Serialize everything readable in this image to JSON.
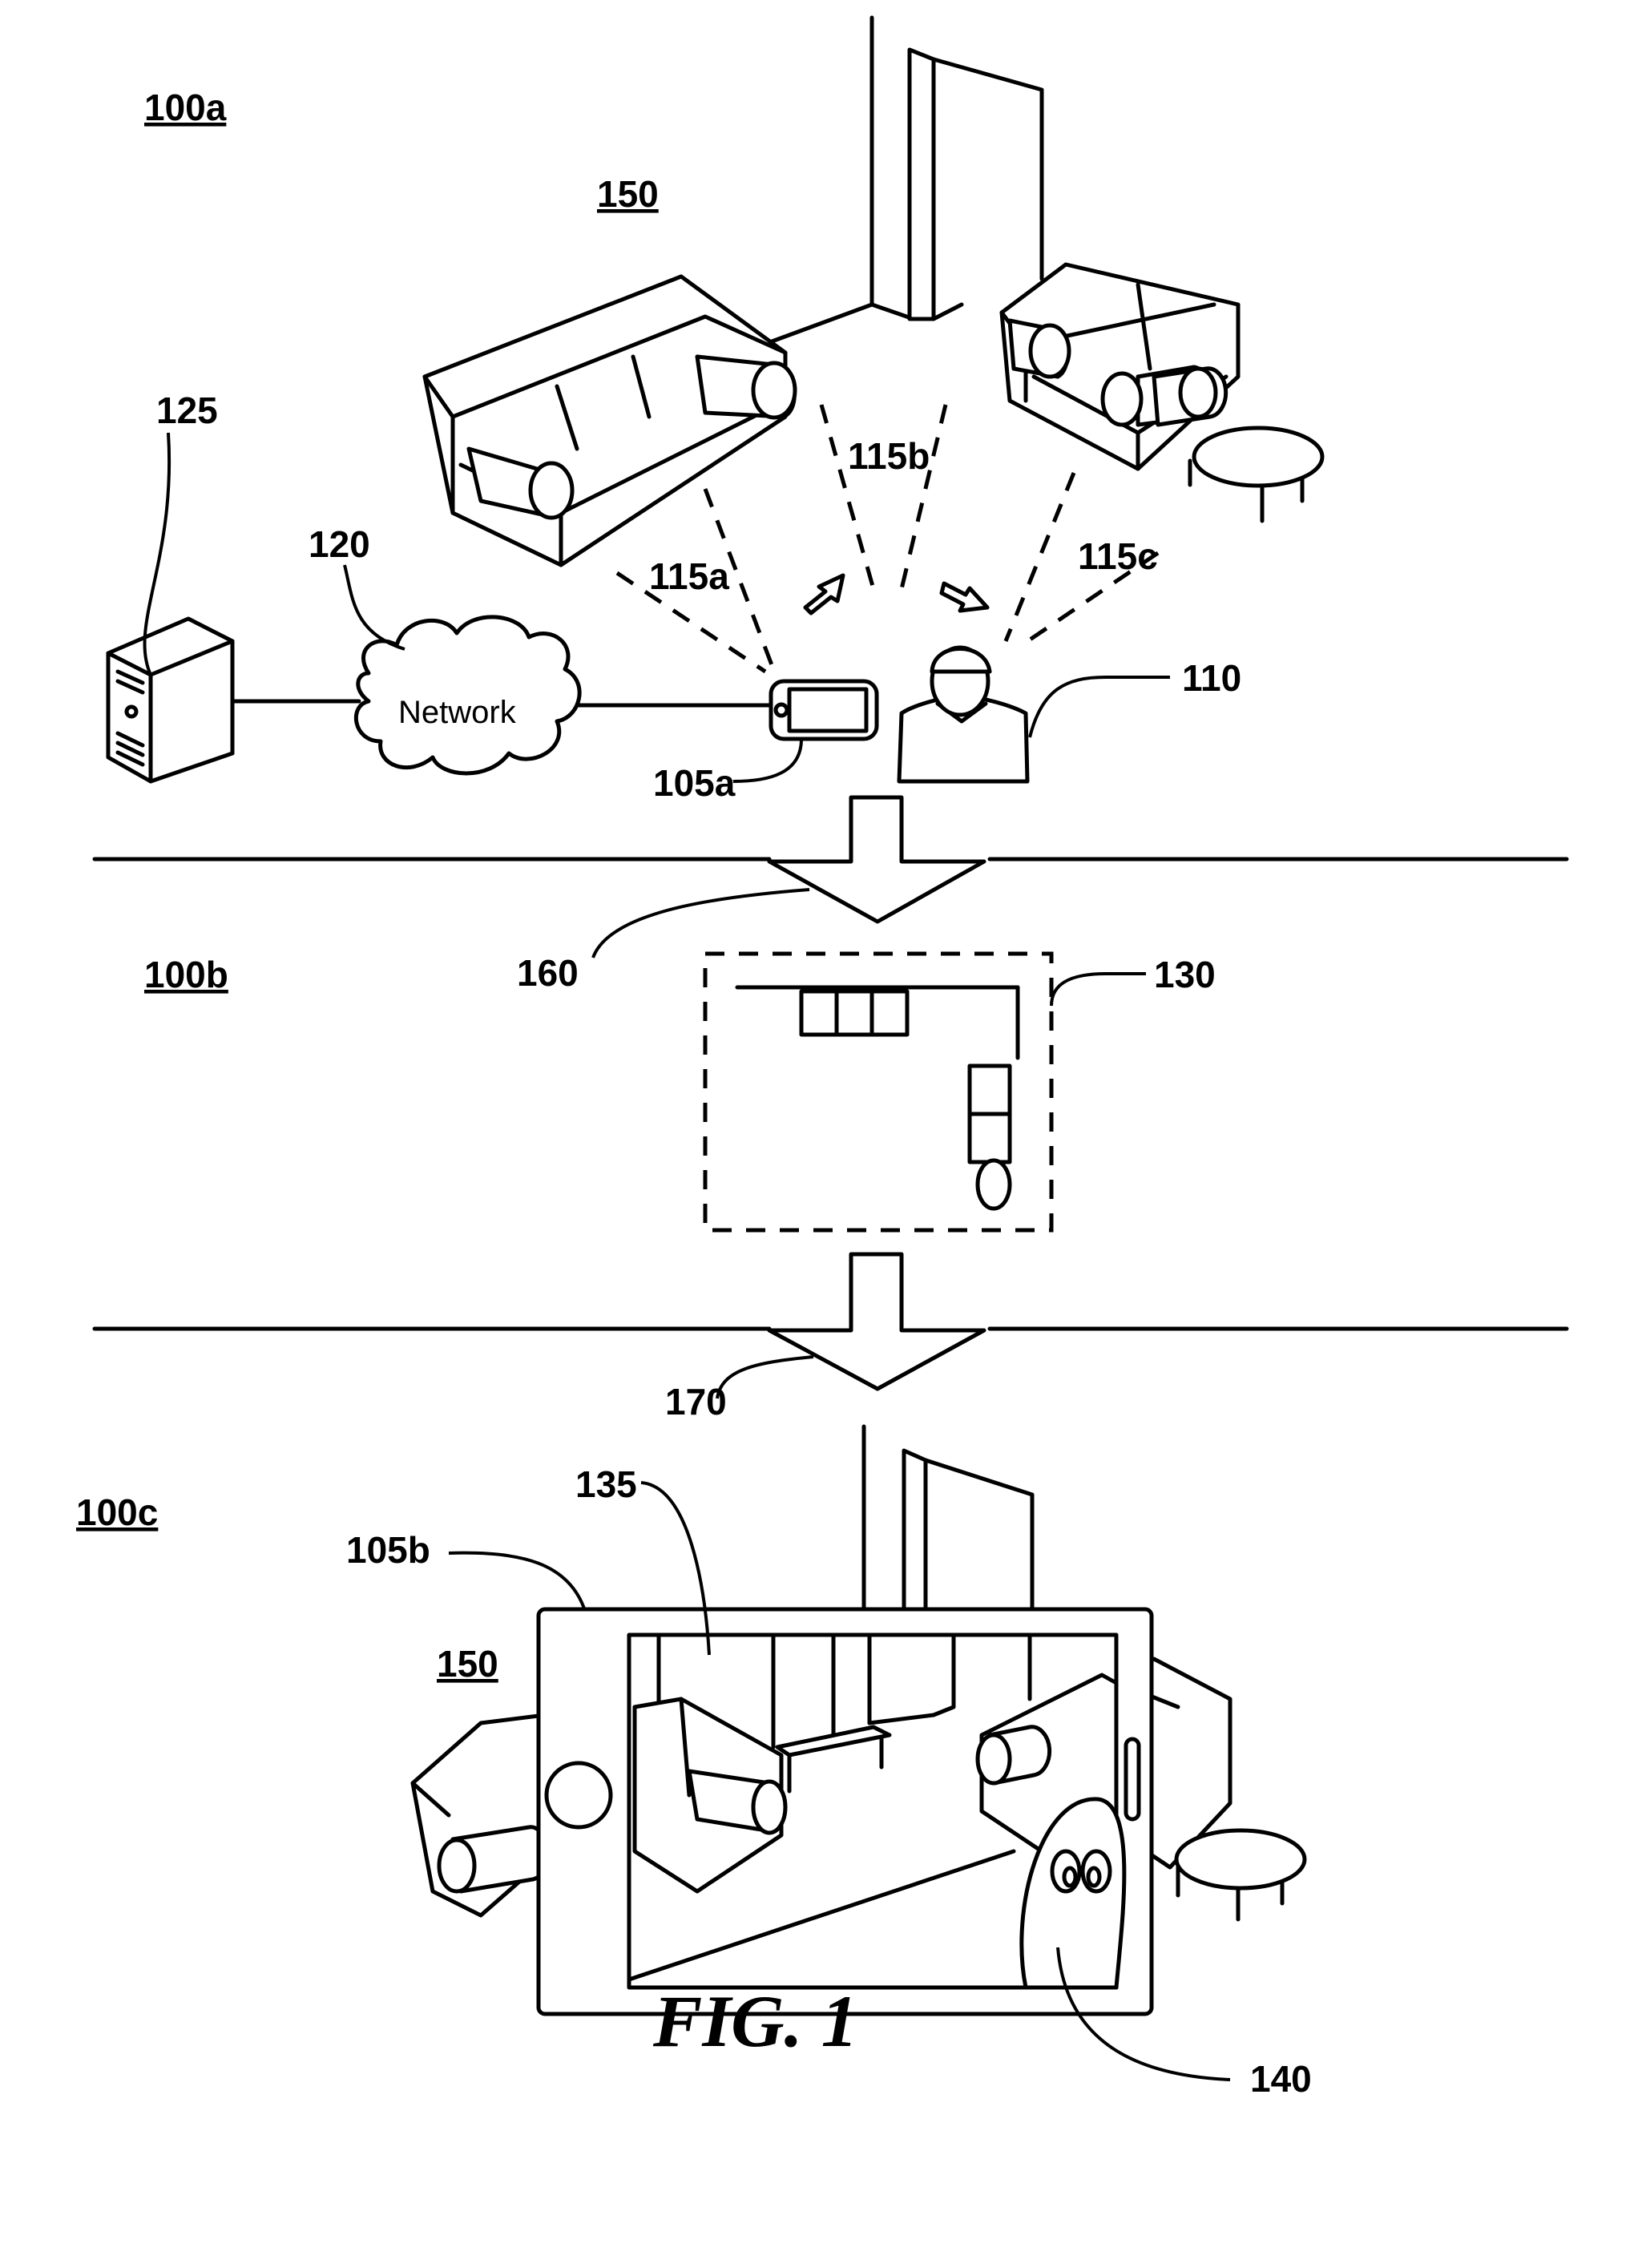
{
  "figure": {
    "caption": "FIG. 1"
  },
  "panels": {
    "a": {
      "label": "100a"
    },
    "b": {
      "label": "100b"
    },
    "c": {
      "label": "100c"
    }
  },
  "refs": {
    "room_top": "150",
    "room_bottom": "150",
    "server": "125",
    "network": "120",
    "network_text": "Network",
    "device_a": "105a",
    "user": "110",
    "signal_a": "115a",
    "signal_b": "115b",
    "signal_c": "115c",
    "step_1": "160",
    "floor_plan": "130",
    "step_2": "170",
    "device_b": "105b",
    "screen_view": "135",
    "avatar": "140"
  }
}
